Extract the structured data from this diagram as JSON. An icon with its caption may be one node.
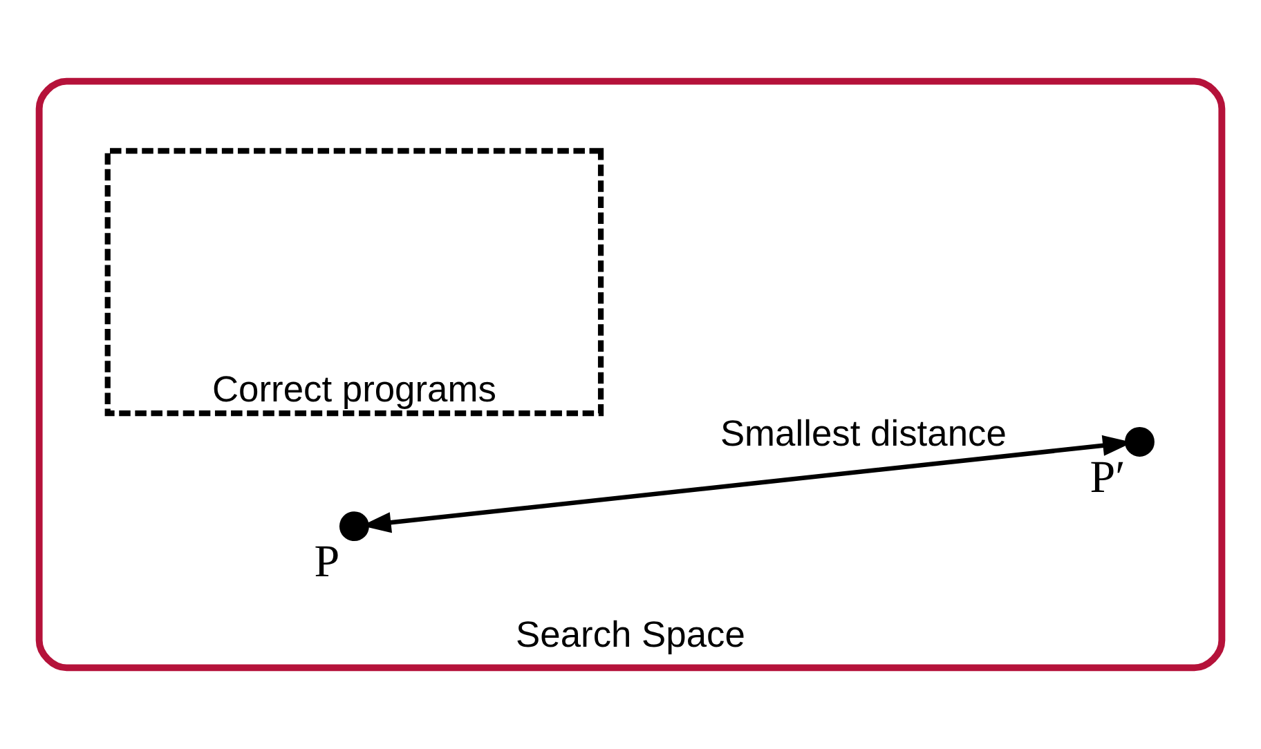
{
  "diagram": {
    "nodes": [
      {
        "text": [
          "Search Space"
        ]
      },
      {
        "text": [
          "Correct programs"
        ],
        "in": 0
      },
      {
        "text": [],
        "shape": "circle",
        "beside": [
          "P"
        ],
        "in": 0
      },
      {
        "text": [],
        "shape": "circle",
        "beside": [
          "P′"
        ],
        "in": 0
      }
    ],
    "edges": [
      {
        "from": 2,
        "to": 3,
        "arrow": "both",
        "label": "Smallest distance"
      }
    ]
  }
}
